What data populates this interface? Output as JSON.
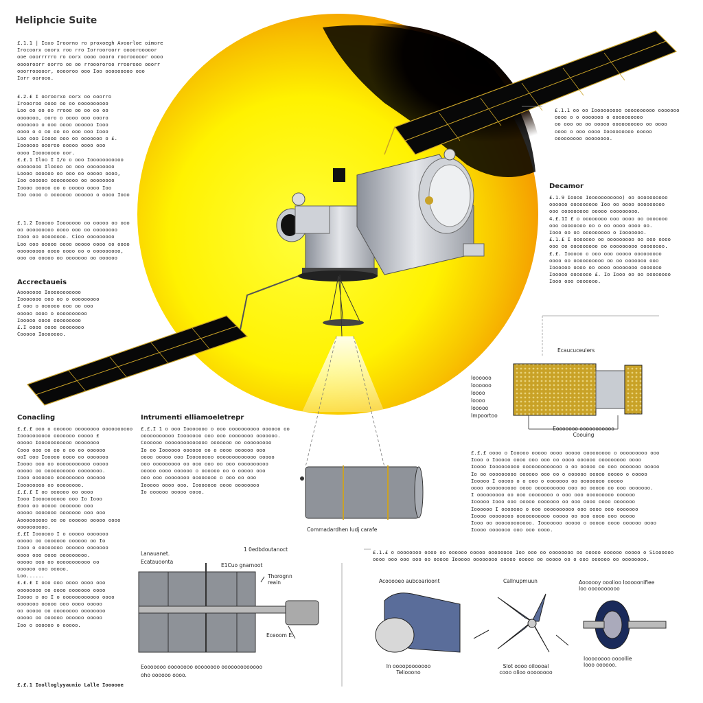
{
  "title": "Heliphcie Suite",
  "left_top": [
    "£.1.1 | Ioxo Iroorno ro proxoegh Avoorloe oimore",
    "Irocoorx ooorx roo rro Iorrooroorr oooorooooor",
    "ooe ooorrrrro ro oorx oooo oooro roorooooor oooo",
    "ooooroorr oorro oo oo rrooororoo rroorooo ooorr",
    "ooorrooooor, ooooroo ooo Ioo ooooooooo ooo",
    "Iorr oorooo."
  ],
  "left_top2": [
    "£.2.£ I ooroorxo oorx oo ooorro",
    "Iroooroo oooo oo oo oooooooooo",
    "Loo oo oo oo rrooo oo oo oo oo",
    "ooooooo, ooro o oooo ooo oooro",
    "ooooooo o ooo oooo oooooo Iooo",
    "oooo o o oo oo oo ooo ooo Iooo",
    "Loo ooo Ioooo ooo oo ooooooo o £.",
    "Ioooooo oooroo ooooo oooo ooo",
    "oooo Ioooooooo oor.",
    "£.£.1 Iloo I I/o o ooo Iooooooooooo",
    "oooooooo Iloooo oo ooo ooooooooo",
    "Loooo oooooo oo ooo oo ooooo oooo,",
    "Ioo oooooo ooooooooo oo oooooooo",
    "Ioooo ooooo oo o ooooo oooo Ioo",
    "Ioo oooo o ooooooo oooooo o oooo Iooo"
  ],
  "left_top3": [
    "£.1.2 Iooooo Iooooooo oo ooooo oo ooo",
    "oo ooooooooo oooo ooo oo oooooooo",
    "Iooo oo oooooooo. Cioo ooooooooo",
    "Loo ooo ooooo oooo ooooo oooo oo oooo",
    "ooooooooo oooo oooo oo o ooooooooo,",
    "ooo oo ooooo oo ooooooo oo oooooo"
  ],
  "accessories_heading": "Accrectaueis",
  "accessories_lines": [
    "Aooooooo Iooooooooooo",
    "Iooooooo ooo oo o ooooooooo",
    "£ ooo o oooooo ooo oo ooo",
    "ooooo oooo o oooooooooo",
    "Iooooo oooo ooooooooo",
    "£.I oooo oooo oooooooo",
    "Cooooo Iooooooo."
  ],
  "right_top": [
    "£.1.1 oo oo Iooooooooo oooooooooo ooooooo",
    "oooo o o ooooooo o oooooooooo",
    "oo ooo oo oo ooooo oooooooooo oo oooo",
    "oooo o ooo oooo Iooooooooo ooooo",
    "ooooooooo oooooooo."
  ],
  "decamor_heading": "Decamor",
  "decamor_lines": [
    "£.1.9 Ioooo Iooooooooooo) oo oooooooooo",
    "oooooo ooooooooo Ioo oo oooo ooooooooo",
    "ooo ooooooooo ooooo ooooooooo.",
    "4.£.1I £ o oooooooo ooo oooo oo ooooooo",
    "ooo oooooooo oo o oo oooo oooo oo.",
    "Iooo oo oo ooooooooo o Iooooooo.",
    "£.1.£ I ooooooo oo ooooooooo oo ooo oooo",
    "ooo oo ooooooooo oo ooooooooo oooooooo.",
    "£.£. Iooooo o ooo ooo ooooo ooooooooo",
    "oooo oo oooooooooo oo oo ooooooo ooo",
    "Ioooooo oooo oo oooo oooooooo ooooooo",
    "Iooooo ooooooo £. Io Iooo oo oo oooooooo",
    "Iooo ooo ooooooo."
  ],
  "centre_label": "Ecaucuceulers",
  "small_left": [
    "Ioooooo",
    "Ioooooo",
    "Ioooo",
    "Ioooo",
    "Iooooo",
    "Impoortoo"
  ],
  "centre_caption": [
    "Eooooooo ooooooooooo",
    "Coouing"
  ],
  "coating_heading": "Conacling",
  "coating_lines": [
    "£.£.£ ooo o oooooo oooooooo oooooooooo",
    "Ioooooooooo ooooooo ooooo £",
    "ooooo Iooooooooooo oooooooo",
    "Cooo ooo oo oo o oo oo oooooo",
    "ooI ooo Iooooo oooo oo ooooooo",
    "Ioooo ooo oo ooooooooooo ooooo",
    "ooooo oo oooooooooo oooooooo.",
    "Iooo ooooooo ooooooooo oooooo",
    "Ioooooooo oo oooooooo.",
    "£.£.£ I oo oooooo oo oooo",
    "Iooo Ioooooooooo ooo Io Iooo",
    "£ooo oo ooooo ooooooo ooo",
    "ooooo ooooooo ooooooo ooo ooo",
    "Aooooooooo oo oo oooooo ooooo oooo",
    "oooooooooo.",
    "£.£I Ioooooo I o ooooo ooooooo",
    "ooooo oo ooooooo oooooo oo Io",
    "Iooo o oooooooo oooooo ooooooo",
    "oooo ooo oooo ooooooooo.",
    "ooooo ooo oo ooooooooooo oo",
    "oooooo ooo ooooo.",
    "Loo......",
    "£.£.£ I ooo ooo oooo oooo ooo",
    "oooooooo oo oooo ooooooo oooo",
    "Ioooo o oo I o oooooooooooo oooo",
    "ooooooo ooooo ooo oooo ooooo",
    "oo ooooo oo oooooooo oooooooo",
    "ooooo oo oooooo oooooo ooooo",
    "Ioo o oooooo o ooooo."
  ],
  "instrument_heading": "Intrumenti elliamoeletrepr",
  "instrument_lines": [
    "£.£.I 1 o ooo Iooooooo o ooo oooooooooo oooooo oo",
    "ooooooooooo Iooooooo ooo ooo oooooooo ooooooo.",
    "Coooooo oooooooooooooo ooooooo oo ooooooooo",
    "Io oo Ioooooo oooooo oo o oooo oooooo ooo",
    "oooo ooooo ooo Ioooooooo ooooooooooooo ooooo",
    "ooo ooooooooo oo ooo ooo oo ooo oooooooooo",
    "ooooo oooo oooooo o oooooo oo o ooooo ooo",
    "ooo ooo oooooooo oooooooo o ooo oo ooo",
    "Iooooo oooo ooo. Iooooooo oooo oooooooo",
    "Io oooooo ooooo oooo."
  ],
  "compartment_caption": "Commadardhen ludj carafe",
  "right_mid_lines": [
    "£.£.£ oooo o Iooooo ooooo oooo ooooo ooooooooo o ooooooooo ooo",
    "Iooo o Iooooo oooo ooo ooo oo oooo oooooo ooooooooo oooo",
    "Ioooo Iooooooooo ooooooooooooo o oo ooooo oo ooo ooooooo ooooo",
    "Io oo ooooooooo oooooo ooo oo o oooooo ooooo ooooo o ooooo",
    "Iooooo I ooooo o o ooo o ooooooo oo oooooooo ooooo",
    "oooo oooooooooo oooo oooooooooo ooo oo ooooo oo ooo ooooooo.",
    "I ooooooooo oo ooo oooooooo o ooo ooo ooooooooo oooooo",
    "Iooooo Iooo ooo ooooo ooooooo oo ooo oooo oooo ooooooo",
    "Ioooooo I ooooooo o ooo oooooooooo ooo oooo ooo ooooooo",
    "Ioooo oooooooo ooooooooooo ooooo oo ooo oooo ooo ooooo",
    "Iooo oo oooooooooooo. Iooooooo ooooo o ooooo oooo oooooo oooo",
    "Ioooo ooooooo ooo ooo oooo."
  ],
  "lower_left_labels": [
    "Lanauanet.",
    "Ecatauoonta"
  ],
  "lower_center_label": "1 0edbdoutanoct",
  "lower_center_sub": "E1Cuo gnarnoot",
  "thorogne_label": [
    "Thorognn",
    "reain"
  ],
  "eceoom_label": "Eceoom E.",
  "lower_caption": [
    "Eooooooo oooooooo oooooooo ooooooooooooo",
    "oho oooooo oooo."
  ],
  "bottom_line": "£.£.1 Ioolloglyyaunio Lalle Ioooooe",
  "bottom_desc": [
    "£.1.£ o oooooooo oooo oo oooooo ooooo oooooooo Ioo ooo oo oooooooo oo ooooo oooooo ooooo o Sioooooo",
    "oooo ooo ooo ooo oo ooooo Iooooo oooooooo ooooo ooooo oo ooooo oo o ooo oooooo oo oooooooo."
  ],
  "fig_a_title": "Acooooeo aubcoarioont",
  "fig_a_caption": [
    "In oooopooooooo",
    "Teliooono"
  ],
  "fig_b_title": "Callnupmuun",
  "fig_b_caption": [
    "Slot oooo oiloooal",
    "cooo olioo oooooooo"
  ],
  "fig_c_title": [
    "Aoooooy ooolioo Iooooonifiee",
    "Ioo oooooooooo"
  ],
  "fig_c_caption": [
    "Ioooooooo oooollie",
    "Iooo oooooo."
  ],
  "colors": {
    "sun_core": "#fff200",
    "sun_edge": "#f7a600",
    "panel": "#0a0a0a",
    "gold": "#c9a227",
    "steel": "#b8bcc4"
  }
}
